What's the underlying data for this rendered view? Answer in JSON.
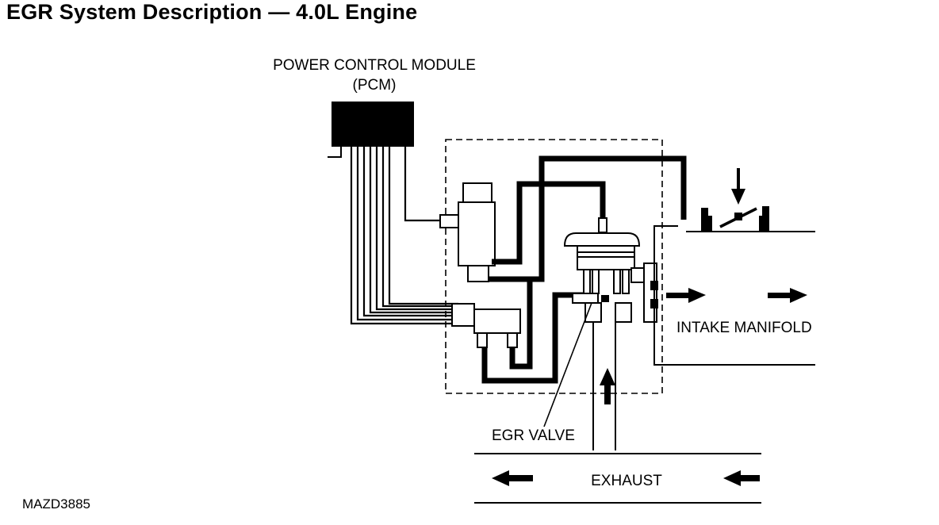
{
  "title": "EGR System Description — 4.0L Engine",
  "labels": {
    "pcm_line1": "POWER CONTROL MODULE",
    "pcm_line2": "(PCM)",
    "intake_manifold": "INTAKE MANIFOLD",
    "egr_valve": "EGR VALVE",
    "exhaust": "EXHAUST"
  },
  "reference_code": "MAZD3885"
}
